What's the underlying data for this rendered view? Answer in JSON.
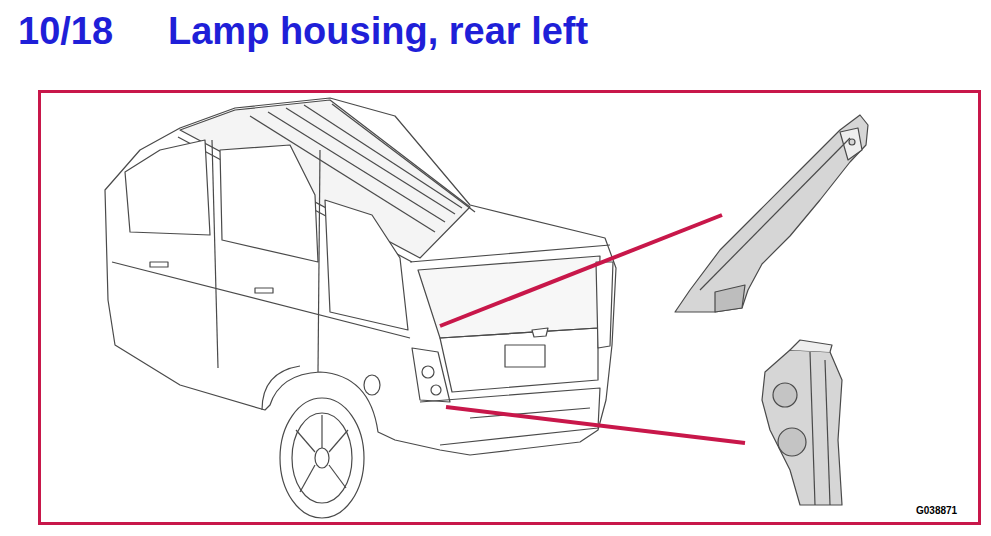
{
  "diagram": {
    "title": "Lamp housing, rear left",
    "labels": [
      "10/18",
      "G038871"
    ]
  }
}
